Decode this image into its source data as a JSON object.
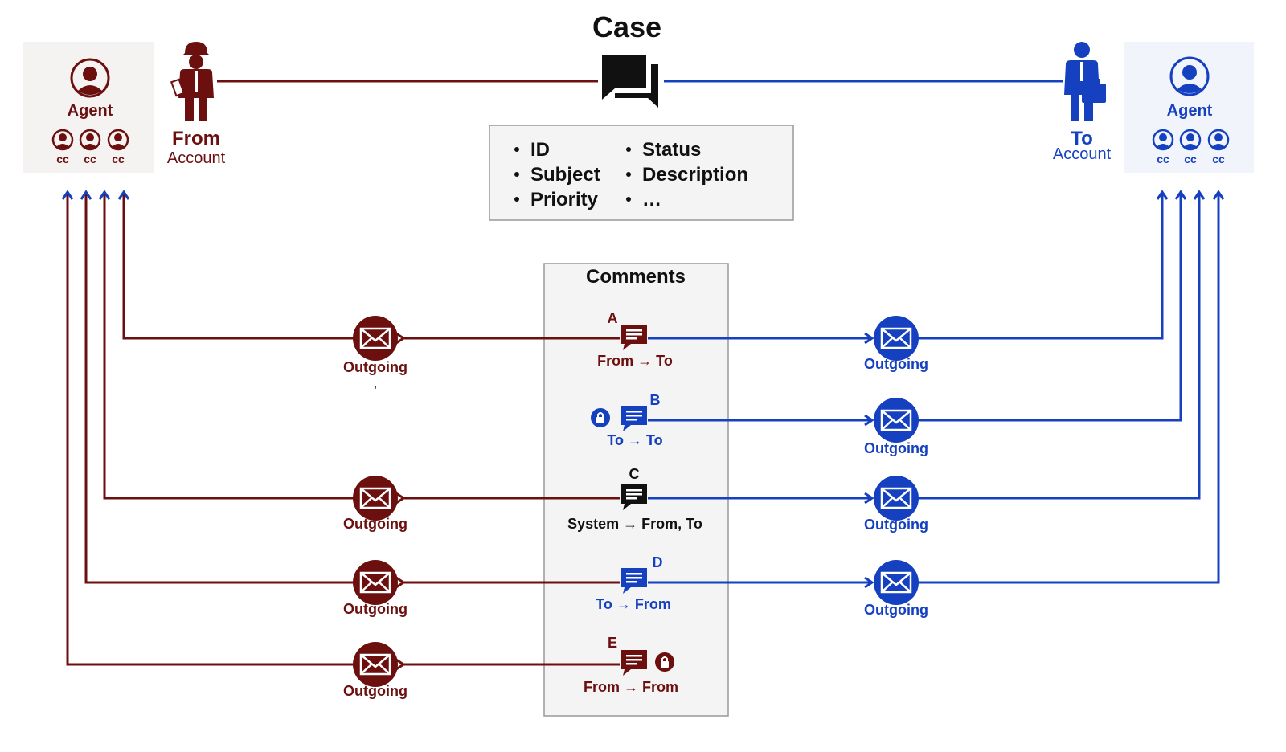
{
  "title": "Case",
  "colors": {
    "from": "#6b0f0f",
    "to": "#1540c0",
    "black": "#111111",
    "panel_from": "#f5f3f2",
    "panel_to": "#f1f4fa",
    "box_bg": "#f4f4f4",
    "box_border": "#999999"
  },
  "from_side": {
    "agent_label": "Agent",
    "cc_labels": [
      "cc",
      "cc",
      "cc"
    ],
    "party_title": "From",
    "party_subtitle": "Account",
    "icon": "construction-worker-icon"
  },
  "to_side": {
    "agent_label": "Agent",
    "cc_labels": [
      "cc",
      "cc",
      "cc"
    ],
    "party_title": "To",
    "party_subtitle": "Account",
    "icon": "businessman-icon"
  },
  "case_fields": {
    "left": [
      "ID",
      "Subject",
      "Priority"
    ],
    "right": [
      "Status",
      "Description",
      "…"
    ]
  },
  "comments": {
    "title": "Comments",
    "items": [
      {
        "letter": "A",
        "route": "From → To",
        "color": "from",
        "private": false
      },
      {
        "letter": "B",
        "route": "To → To",
        "color": "to",
        "private": true
      },
      {
        "letter": "C",
        "route": "System → From, To",
        "color": "black",
        "private": false
      },
      {
        "letter": "D",
        "route": "To → From",
        "color": "to",
        "private": false
      },
      {
        "letter": "E",
        "route": "From → From",
        "color": "from",
        "private": true
      }
    ]
  },
  "outgoing_label": "Outgoing",
  "stray_mark": "ʼ"
}
